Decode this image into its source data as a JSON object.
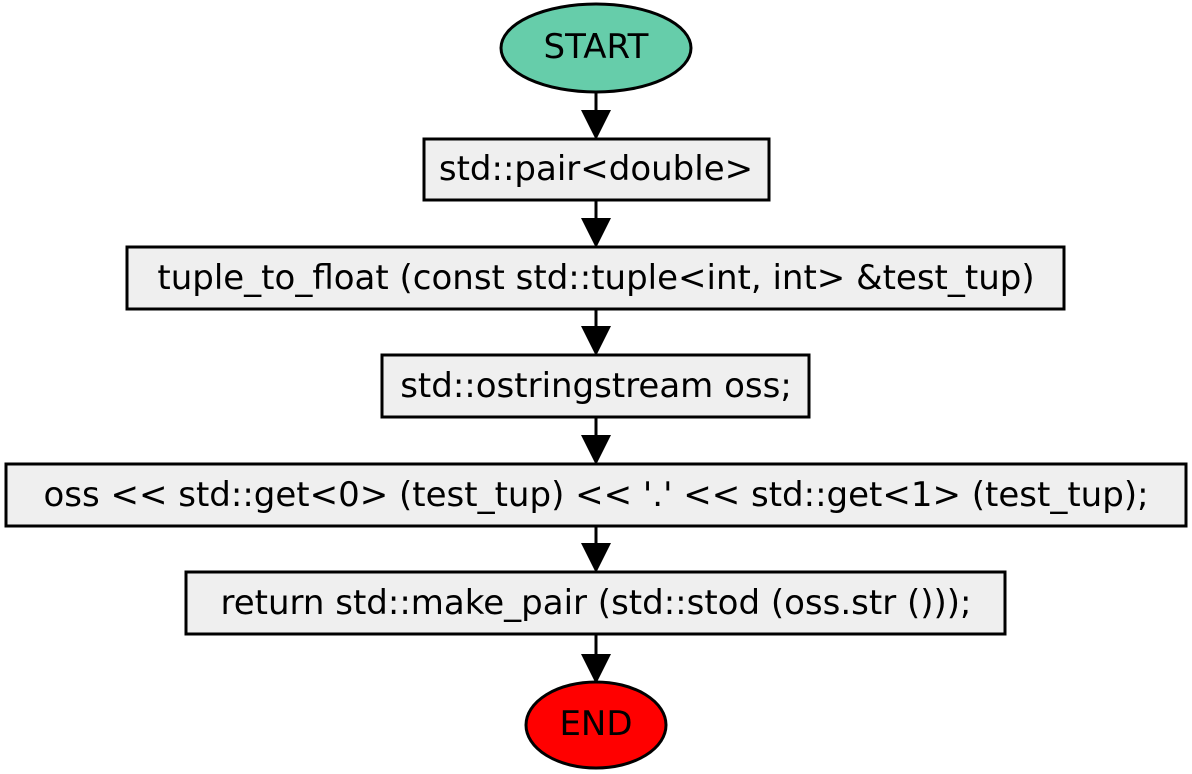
{
  "colors": {
    "start_fill": "#66cdaa",
    "end_fill": "#ff0000",
    "box_fill": "#efefef",
    "stroke": "#000000"
  },
  "nodes": [
    {
      "id": "start",
      "shape": "ellipse",
      "label": "START"
    },
    {
      "id": "step1",
      "shape": "rect",
      "label": "std::pair<double>"
    },
    {
      "id": "step2",
      "shape": "rect",
      "label": "tuple_to_float (const std::tuple<int, int> &test_tup)"
    },
    {
      "id": "step3",
      "shape": "rect",
      "label": "std::ostringstream oss;"
    },
    {
      "id": "step4",
      "shape": "rect",
      "label": "oss << std::get<0> (test_tup) << '.' << std::get<1> (test_tup);"
    },
    {
      "id": "step5",
      "shape": "rect",
      "label": "return std::make_pair (std::stod (oss.str ()));"
    },
    {
      "id": "end",
      "shape": "ellipse",
      "label": "END"
    }
  ],
  "edges": [
    {
      "from": "start",
      "to": "step1"
    },
    {
      "from": "step1",
      "to": "step2"
    },
    {
      "from": "step2",
      "to": "step3"
    },
    {
      "from": "step3",
      "to": "step4"
    },
    {
      "from": "step4",
      "to": "step5"
    },
    {
      "from": "step5",
      "to": "end"
    }
  ]
}
